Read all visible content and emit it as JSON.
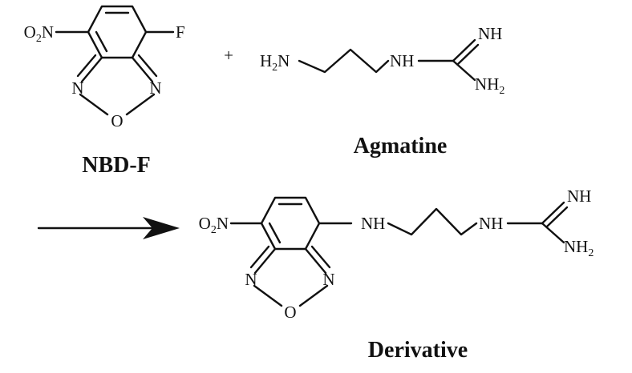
{
  "reactant_1": {
    "label": "NBD-F",
    "atoms": {
      "nitro_main": "O",
      "nitro_sub": "2",
      "nitro_tail": "N",
      "fluorine": "F",
      "n_left": "N",
      "n_right": "N",
      "oxygen": "O"
    }
  },
  "plus_sign": "+",
  "reactant_2": {
    "label": "Agmatine",
    "atoms": {
      "amine_main": "H",
      "amine_sub": "2",
      "amine_tail": "N",
      "nh": "NH",
      "imine": "NH",
      "amino_main": "NH",
      "amino_sub": "2"
    }
  },
  "product": {
    "label": "Derivative",
    "atoms": {
      "nitro_main": "O",
      "nitro_sub": "2",
      "nitro_tail": "N",
      "nh_link": "NH",
      "nh": "NH",
      "imine": "NH",
      "amino_main": "NH",
      "amino_sub": "2",
      "n_left": "N",
      "n_right": "N",
      "oxygen": "O"
    }
  },
  "colors": {
    "ink": "#111111",
    "background": "#ffffff"
  }
}
